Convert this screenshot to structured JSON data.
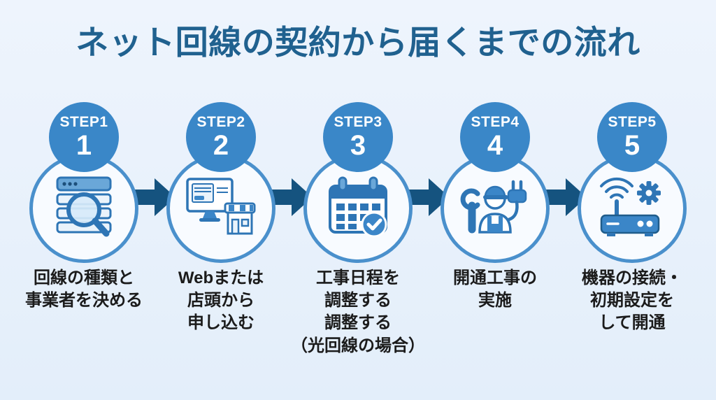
{
  "title": "ネット回線の契約から届くまでの流れ",
  "colors": {
    "background": "#e8f1fb",
    "title_text": "#20618f",
    "badge_fill": "#3a87c8",
    "badge_text": "#ffffff",
    "circle_border": "#4a90cc",
    "circle_fill": "#f8fbff",
    "arrow": "#15537f",
    "label_text": "#1b1b1b",
    "icon_stroke": "#2e75b5",
    "icon_fill": "#3b86c8"
  },
  "steps": [
    {
      "badge_label": "STEP1",
      "number": "1",
      "icon": "search-plans-icon",
      "label": "回線の種類と\n事業者を決める"
    },
    {
      "badge_label": "STEP2",
      "number": "2",
      "icon": "web-and-store-icon",
      "label": "Webまたは\n店頭から\n申し込む"
    },
    {
      "badge_label": "STEP3",
      "number": "3",
      "icon": "calendar-check-icon",
      "label": "工事日程を\n調整する\n調整する\n（光回線の場合）"
    },
    {
      "badge_label": "STEP4",
      "number": "4",
      "icon": "worker-plug-icon",
      "label": "開通工事の\n実施"
    },
    {
      "badge_label": "STEP5",
      "number": "5",
      "icon": "router-setup-icon",
      "label": "機器の接続・\n初期設定を\nして開通"
    }
  ]
}
